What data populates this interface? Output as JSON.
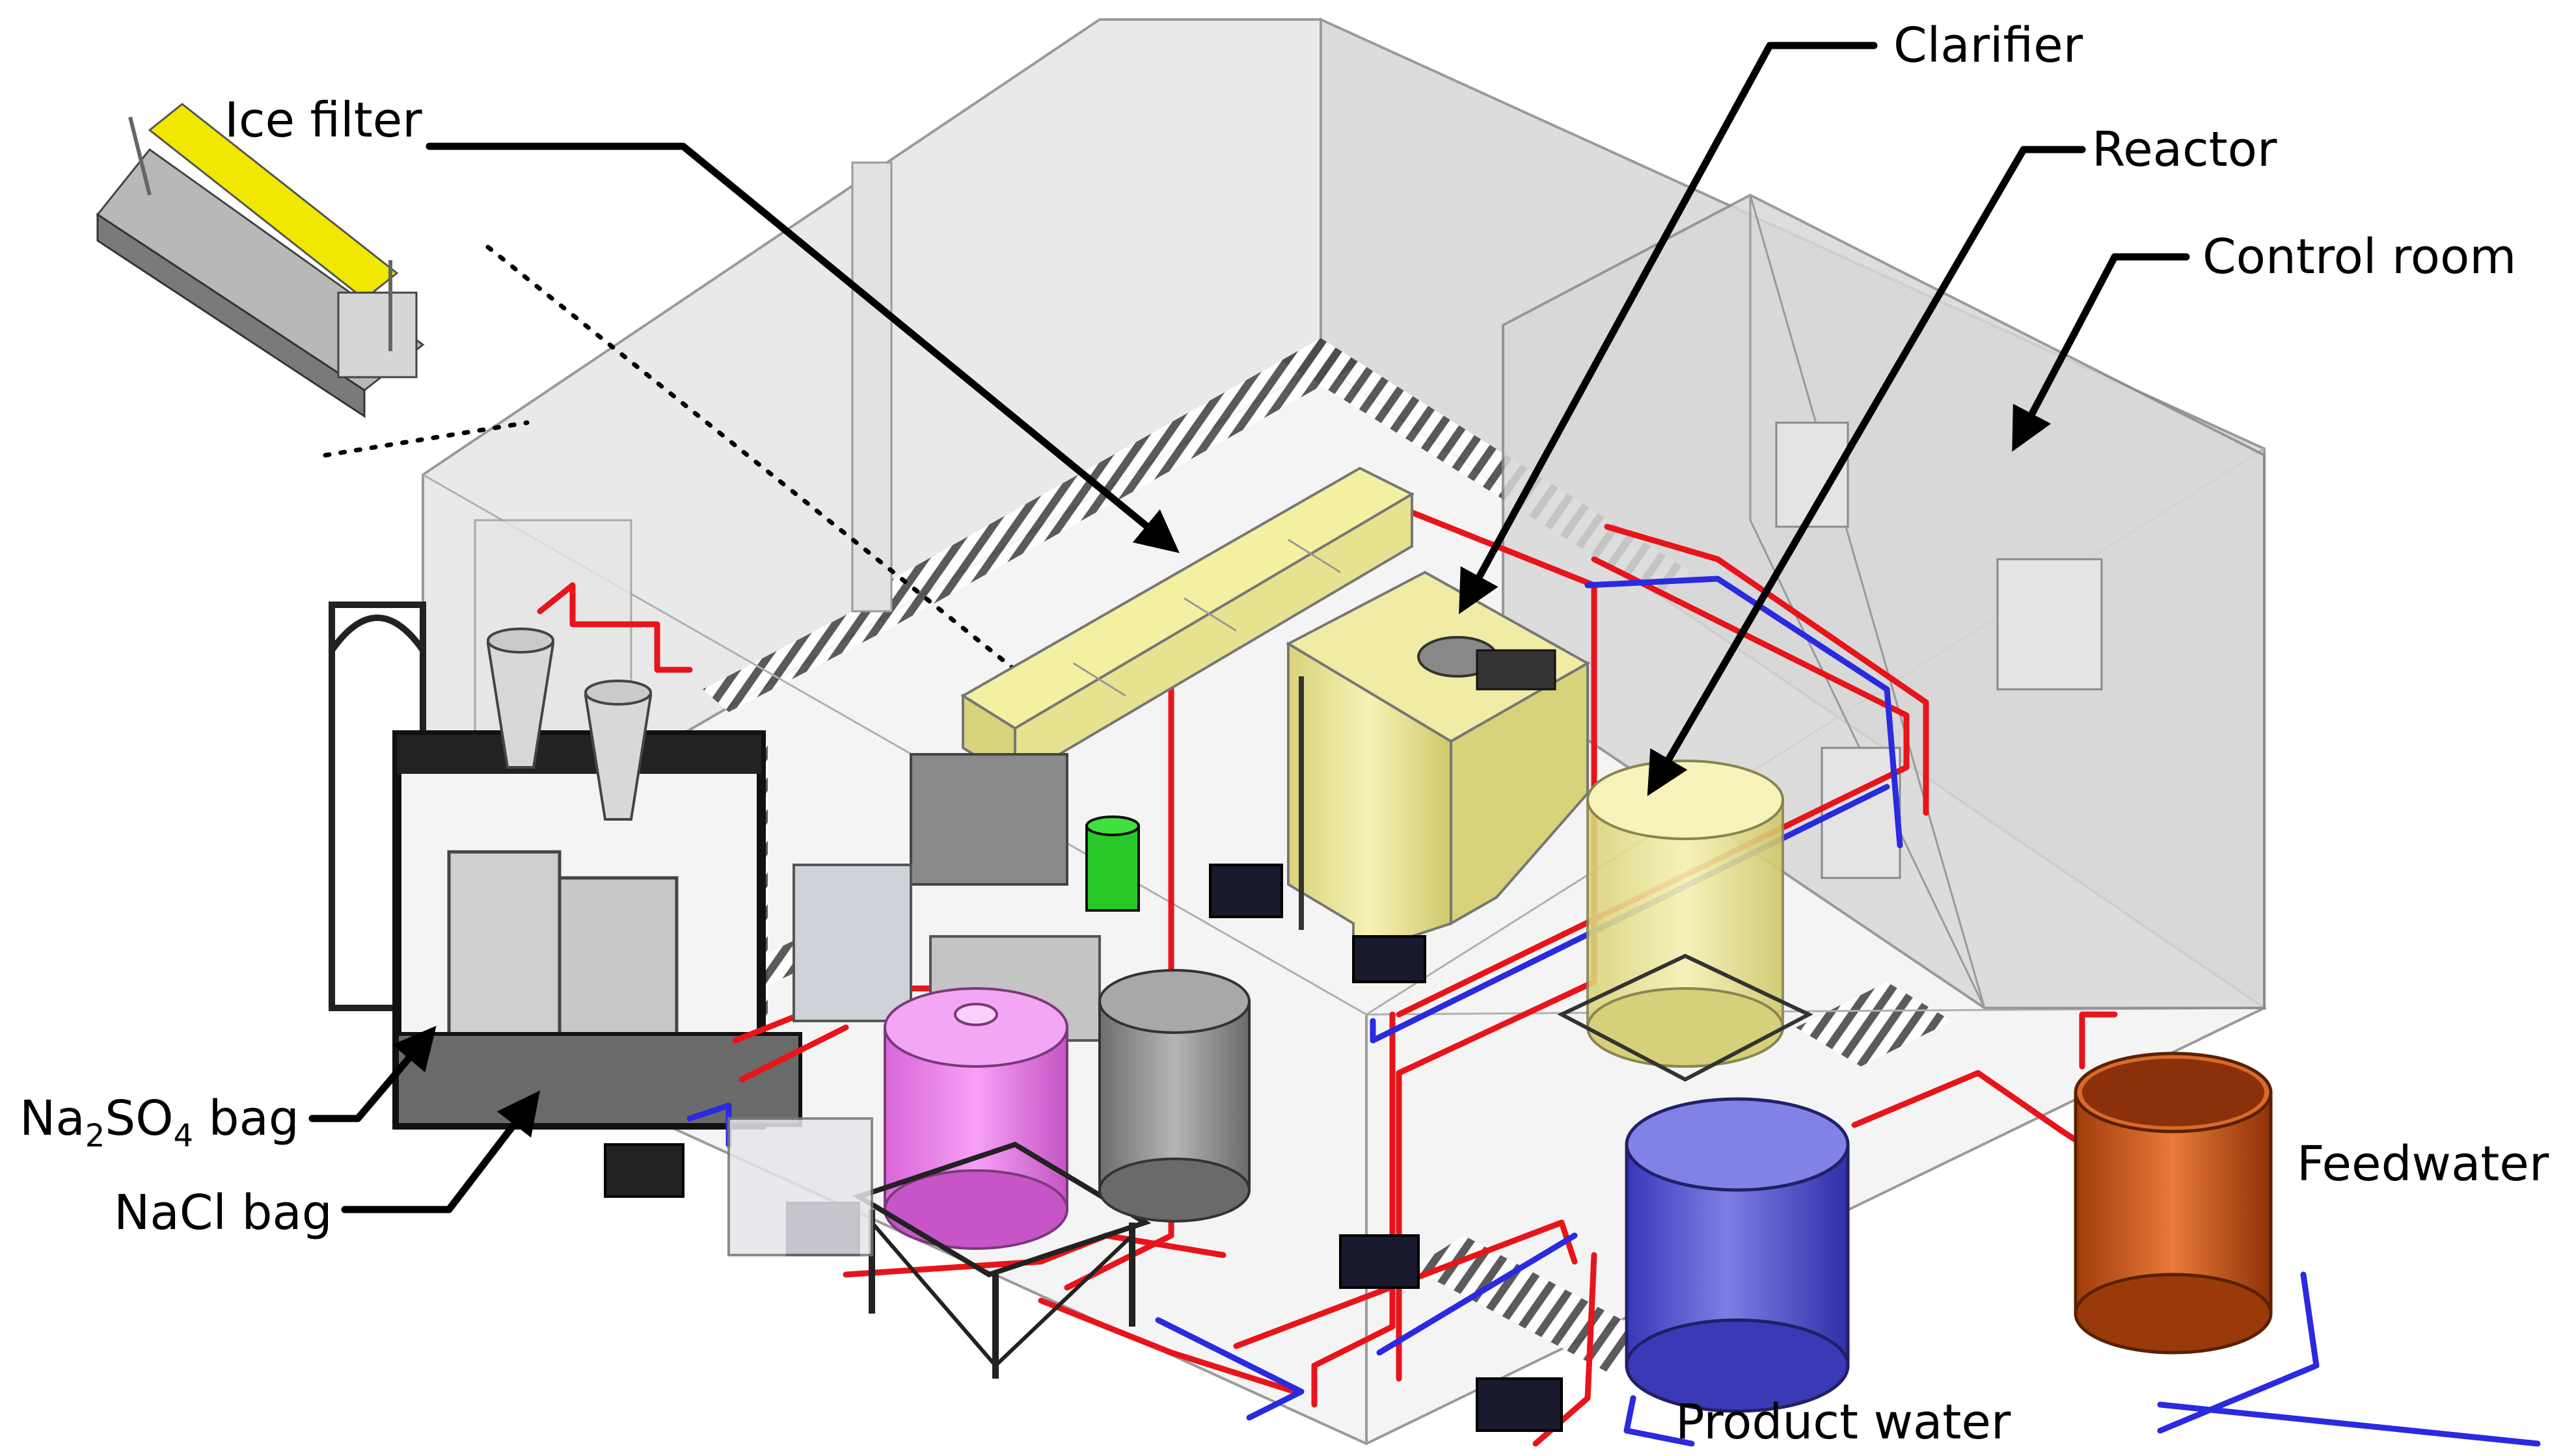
{
  "labels": {
    "ice_filter": "Ice filter",
    "clarifier": "Clarifier",
    "reactor": "Reactor",
    "control_room": "Control room",
    "na2so4_bag": {
      "pre": "Na",
      "sub1": "2",
      "mid": "SO",
      "sub2": "4",
      "post": " bag"
    },
    "nacl_bag": "NaCl bag",
    "feedwater": "Feedwater",
    "product_water": "Product water"
  },
  "colors": {
    "pipe_red": "#e8141a",
    "pipe_blue": "#2a2ae0",
    "ice_filter_yellow": "#f3f0a2",
    "clarifier_yellow": "#ede89a",
    "reactor_yellow": "#f2eeaa",
    "tank_pink": "#ee82ee",
    "tank_gray": "#8c8c8c",
    "tank_product_blue": "#5a5ad2",
    "tank_feed_orange": "#c8541a",
    "room_wall": "#dcdcdc",
    "floor_hatch": "#555555",
    "green_tank": "#28c828"
  }
}
